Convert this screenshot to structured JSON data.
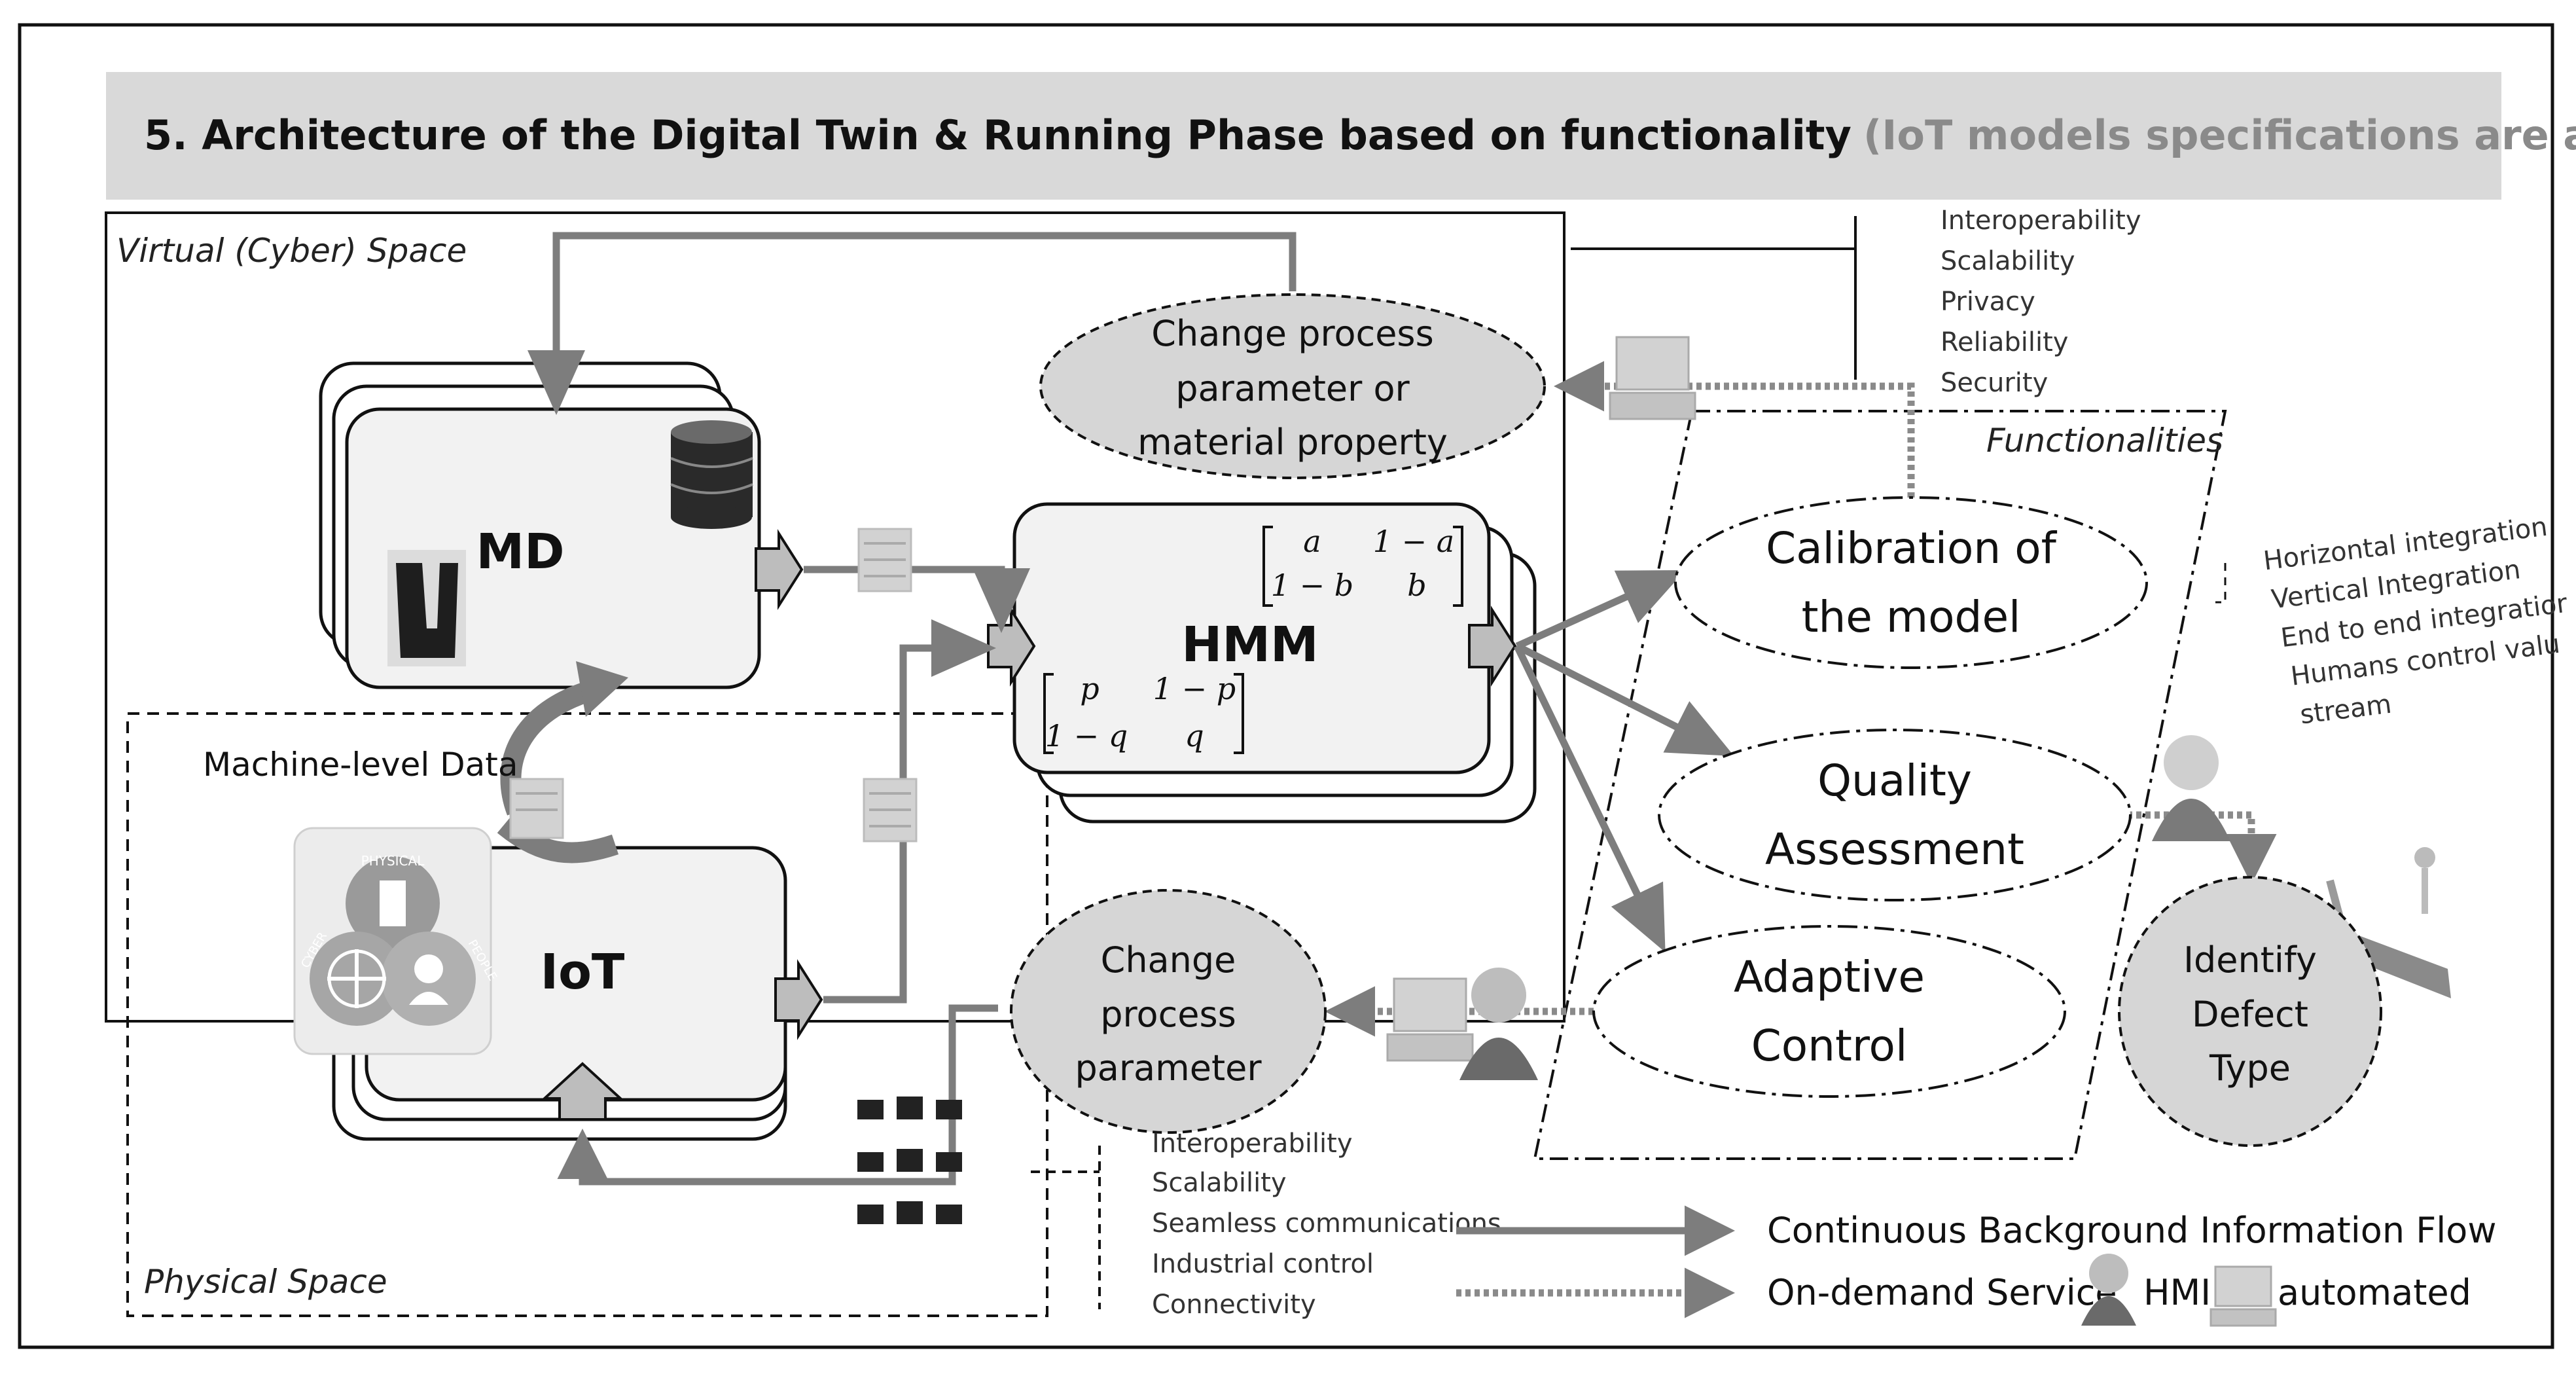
{
  "header": {
    "title": "5. Architecture of the Digital Twin & Running Phase based on functionality",
    "subtitle": "(IoT models specifications are also indicated)"
  },
  "spaces": {
    "virtual": "Virtual (Cyber) Space",
    "physical": "Physical Space",
    "functionalities": "Functionalities"
  },
  "blocks": {
    "md": "MD",
    "hmm": "HMM",
    "iot": "IoT",
    "machine_data": "Machine-level  Data"
  },
  "matrices": {
    "a": {
      "r1c1": "a",
      "r1c2": "1 − a",
      "r2c1": "1 − b",
      "r2c2": "b"
    },
    "p": {
      "r1c1": "p",
      "r1c2": "1 − p",
      "r2c1": "1 − q",
      "r2c2": "q"
    }
  },
  "nodes": {
    "change_top": [
      "Change process",
      "parameter or",
      "material property"
    ],
    "change_bottom": [
      "Change",
      "process",
      "parameter"
    ],
    "calibration": [
      "Calibration of",
      "the model"
    ],
    "quality": [
      "Quality",
      "Assessment"
    ],
    "adaptive": [
      "Adaptive",
      "Control"
    ],
    "identify": [
      "Identify",
      "Defect",
      "Type"
    ]
  },
  "spec_lists": {
    "top": [
      "Interoperability",
      "Scalability",
      "Privacy",
      "Reliability",
      "Security"
    ],
    "bottom": [
      "Interoperability",
      "Scalability",
      "Seamless communications",
      "Industrial control",
      "Connectivity"
    ],
    "right": [
      "Horizontal integration",
      "Vertical Integration",
      "End to end integratior",
      "Humans control valu",
      "stream"
    ]
  },
  "iot_icon": {
    "physical": "PHYSICAL",
    "cyber": "CYBER",
    "people": "PEOPLE"
  },
  "legend": {
    "continuous": "Continuous Background Information Flow",
    "ondemand": "On-demand Service",
    "hmi": "HMI",
    "automated": "automated"
  },
  "colors": {
    "header_bg": "#d9d9d9",
    "arrow": "#7d7d7d",
    "node_fill": "#d6d6d6",
    "block_fill": "#f2f2f2"
  }
}
